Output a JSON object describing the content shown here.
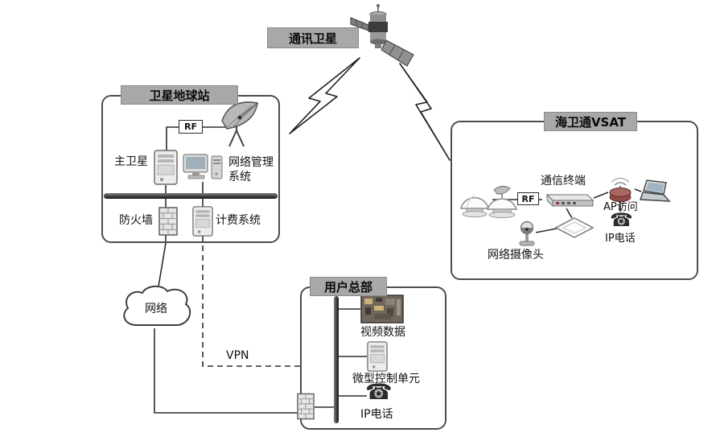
{
  "satellite": {
    "label": "通讯卫星"
  },
  "earth_station": {
    "title": "卫星地球站",
    "rf": "RF",
    "main_satellite_label": "主卫星",
    "network_mgmt_label": "网络管理系统",
    "firewall_label": "防火墙",
    "billing_label": "计费系统"
  },
  "network_cloud": {
    "label": "网络"
  },
  "vpn": {
    "label": "VPN"
  },
  "headquarters": {
    "title": "用户总部",
    "video_data_label": "视频数据",
    "mcu_label": "微型控制单元",
    "ip_phone_label": "IP电话"
  },
  "vsat": {
    "title": "海卫通VSAT",
    "rf": "RF",
    "terminal_label": "通信终端",
    "ap_label": "AP访问",
    "ip_phone_label": "IP电话",
    "camera_label": "网络摄像头"
  },
  "icons": {
    "phone_glyph": "☎"
  },
  "colors": {
    "tab_bg": "#a8a8a8",
    "line": "#2e2e2e",
    "accent_ap": "#8d4a46"
  }
}
